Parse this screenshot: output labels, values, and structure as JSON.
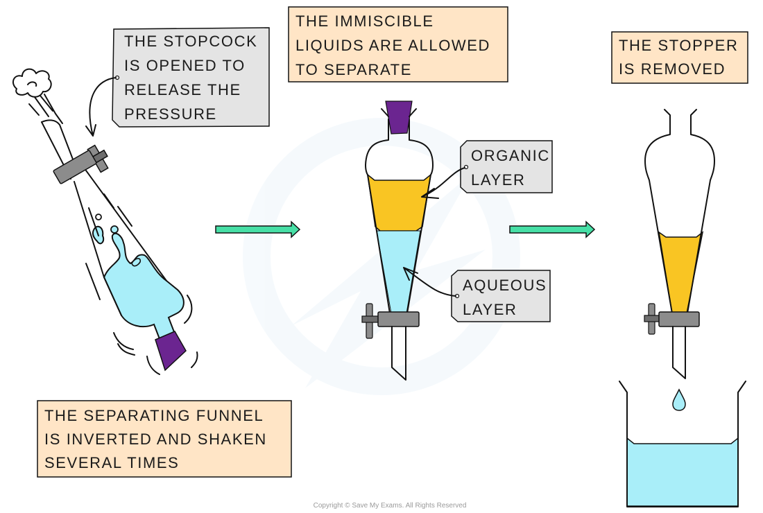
{
  "colors": {
    "callout_peach": "#FFE5C6",
    "callout_grey": "#E4E4E4",
    "arrow_green": "#47DFA6",
    "aqueous_layer": "#A9EEF9",
    "organic_layer": "#F9C523",
    "stopper_purple": "#6B2590",
    "stopcock_grey": "#8C8C8C"
  },
  "steps": [
    {
      "caption": [
        "THE SEPARATING FUNNEL",
        "IS INVERTED AND SHAKEN",
        "SEVERAL TIMES"
      ],
      "callout": [
        "THE STOPCOCK",
        "IS OPENED TO",
        "RELEASE THE",
        "PRESSURE"
      ]
    },
    {
      "caption": [
        "THE IMMISCIBLE",
        "LIQUIDS ARE ALLOWED",
        "TO SEPARATE"
      ],
      "labels": {
        "organic": [
          "ORGANIC",
          "LAYER"
        ],
        "aqueous": [
          "AQUEOUS",
          "LAYER"
        ]
      }
    },
    {
      "caption": [
        "THE STOPPER",
        "IS REMOVED"
      ]
    }
  ],
  "copyright": "Copyright © Save My Exams. All Rights Reserved"
}
